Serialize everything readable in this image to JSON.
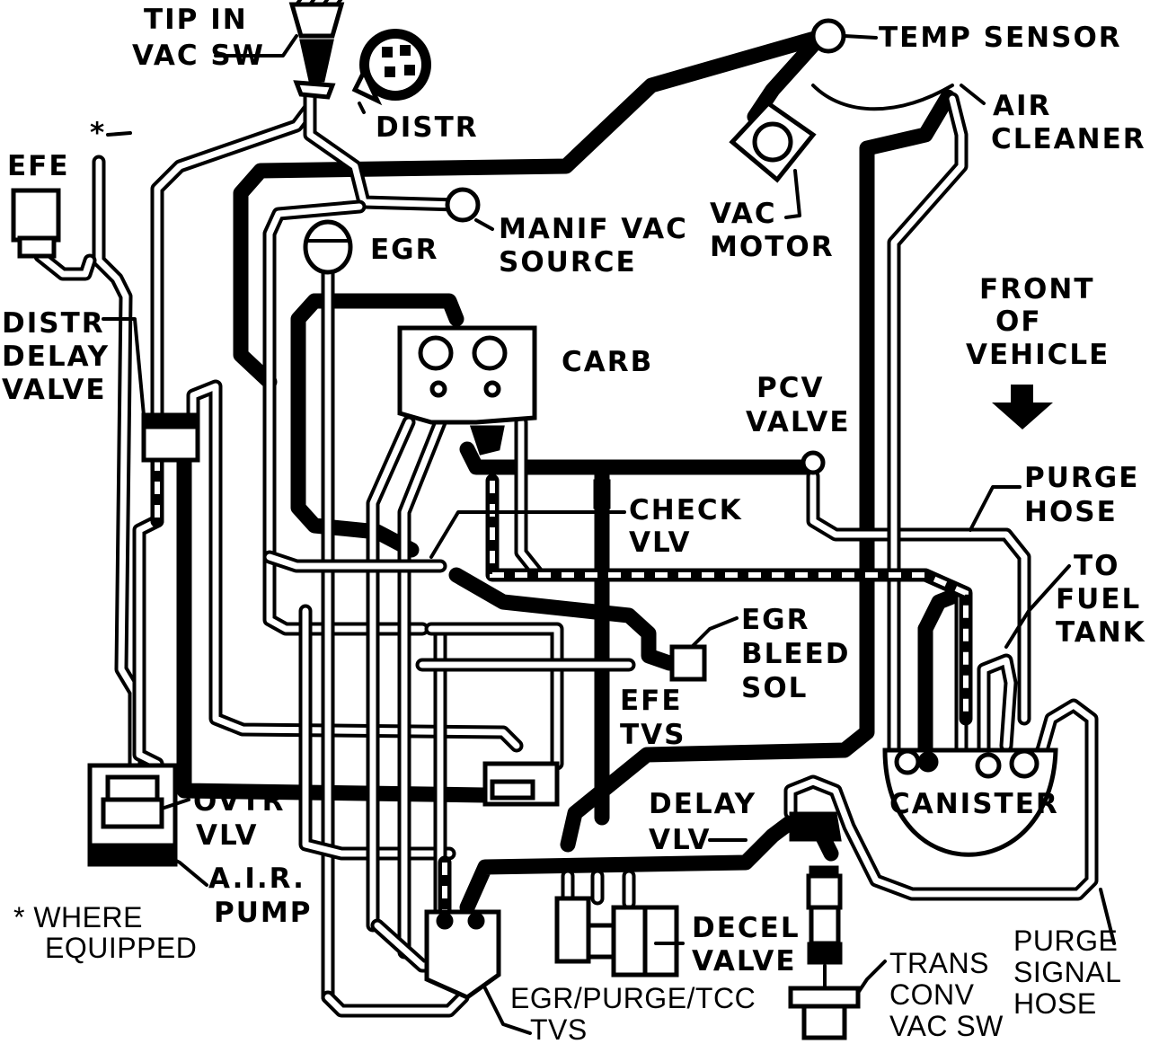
{
  "labels": {
    "tip_in_vac_sw": [
      "TIP IN",
      "VAC SW"
    ],
    "temp_sensor": "TEMP SENSOR",
    "distr": "DISTR",
    "air_cleaner": [
      "AIR",
      "CLEANER"
    ],
    "efe": "EFE",
    "asterisk": "*",
    "egr": "EGR",
    "manif_vac_source": [
      "MANIF VAC",
      "SOURCE"
    ],
    "vac_motor": [
      "VAC",
      "MOTOR"
    ],
    "front_of_vehicle": [
      "FRONT",
      "OF",
      "VEHICLE"
    ],
    "distr_delay_valve": [
      "DISTR",
      "DELAY",
      "VALVE"
    ],
    "carb": "CARB",
    "pcv_valve": [
      "PCV",
      "VALVE"
    ],
    "purge_hose": [
      "PURGE",
      "HOSE"
    ],
    "check_vlv": [
      "CHECK",
      "VLV"
    ],
    "to_fuel_tank": [
      "TO",
      "FUEL",
      "TANK"
    ],
    "egr_bleed_sol": [
      "EGR",
      "BLEED",
      "SOL"
    ],
    "efe_tvs": [
      "EFE",
      "TVS"
    ],
    "canister": "CANISTER",
    "ovtr_vlv": [
      "OVTR",
      "VLV"
    ],
    "delay_vlv": [
      "DELAY",
      "VLV"
    ],
    "air_pump": [
      "A.I.R.",
      "PUMP"
    ],
    "where_equipped": [
      "* WHERE",
      "EQUIPPED"
    ],
    "decel_valve": [
      "DECEL",
      "VALVE"
    ],
    "purge_signal_hose": [
      "PURGE",
      "SIGNAL",
      "HOSE"
    ],
    "trans_conv_vac_sw": [
      "TRANS",
      "CONV",
      "VAC SW"
    ],
    "egr_purge_tcc_tvs": [
      "EGR/PURGE/TCC",
      "TVS"
    ]
  }
}
